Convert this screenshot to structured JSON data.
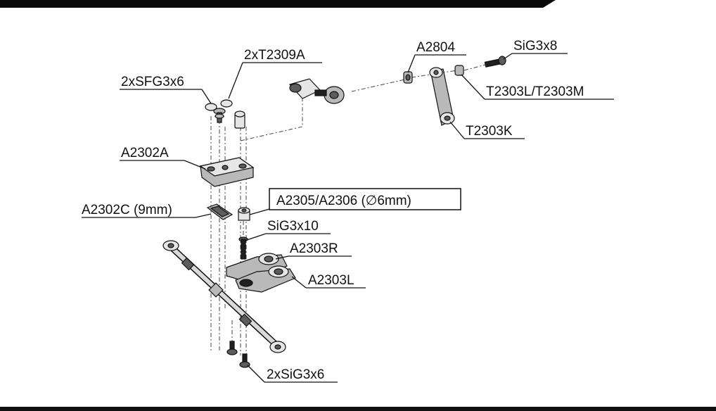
{
  "header": {
    "band_color": "#0a0a0a"
  },
  "parts": {
    "p1": "2xT2309A",
    "p2": "2xSFG3x6",
    "p3": "A2302A",
    "p4": "A2302C (9mm)",
    "p5": "A2305/A2306 (∅6mm)",
    "p6": "SiG3x10",
    "p7": "A2303R",
    "p8": "A2303L",
    "p9": "2xSiG3x6",
    "p10": "A2804",
    "p11": "SiG3x8",
    "p12": "T2303L/T2303M",
    "p13": "T2303K"
  }
}
